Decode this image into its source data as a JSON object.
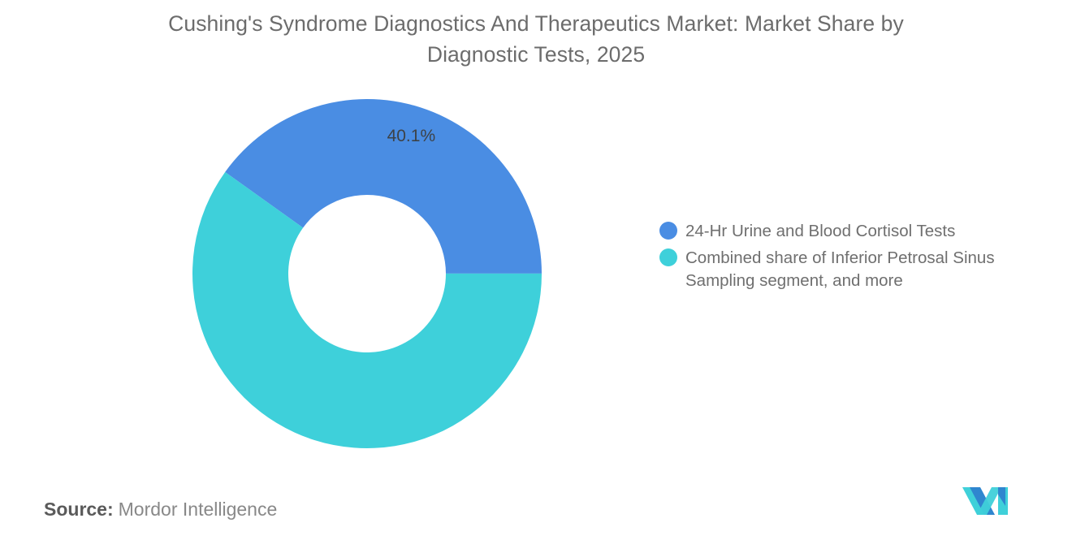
{
  "chart_data": {
    "type": "pie",
    "variant": "donut",
    "title": "Cushing's Syndrome Diagnostics And Therapeutics Market: Market Share by\nDiagnostic Tests, 2025",
    "title_line_1": "Cushing's Syndrome Diagnostics And Therapeutics Market: Market Share by",
    "title_line_2": "Diagnostic Tests, 2025",
    "subtitle": "",
    "xlabel": "",
    "ylabel": "",
    "unit": "%",
    "year": "2025",
    "grid": false,
    "legend_position": "right",
    "categories": [
      "24-Hr Urine and Blood Cortisol Tests",
      "Combined share of Inferior Petrosal Sinus Sampling segment, and more"
    ],
    "values": [
      40.1,
      59.9
    ],
    "labels": [
      "40.1%",
      ""
    ],
    "colors": [
      "#4a8de3",
      "#3ed0da"
    ],
    "slices": [
      {
        "name": "24-Hr Urine and Blood Cortisol Tests",
        "value": 40.1,
        "label": "40.1%",
        "color": "#4a8de3",
        "start_angle_deg": -54.4,
        "end_angle_deg": 90.0
      },
      {
        "name": "Combined share of Inferior Petrosal Sinus Sampling segment, and more",
        "value": 59.9,
        "label": "",
        "color": "#3ed0da",
        "start_angle_deg": 90.0,
        "end_angle_deg": 305.6
      }
    ],
    "legend": [
      {
        "label": "24-Hr Urine and Blood Cortisol Tests",
        "color": "#4a8de3"
      },
      {
        "label": "Combined share of Inferior Petrosal Sinus\nSampling segment, and more",
        "color": "#3ed0da"
      }
    ]
  },
  "footer": {
    "source_key": "Source:",
    "source_value": "Mordor Intelligence",
    "logo_name": "mordor-intelligence-logo",
    "logo_colors": [
      "#3fd0d9",
      "#3aa8d8",
      "#2f7fc4"
    ]
  },
  "colors": {
    "background": "#ffffff",
    "title_text": "#6c6c6c",
    "legend_text": "#6f6f6f",
    "slice_label_text": "#3d4247",
    "accent_blue": "#4a8de3",
    "accent_teal": "#3ed0da"
  }
}
